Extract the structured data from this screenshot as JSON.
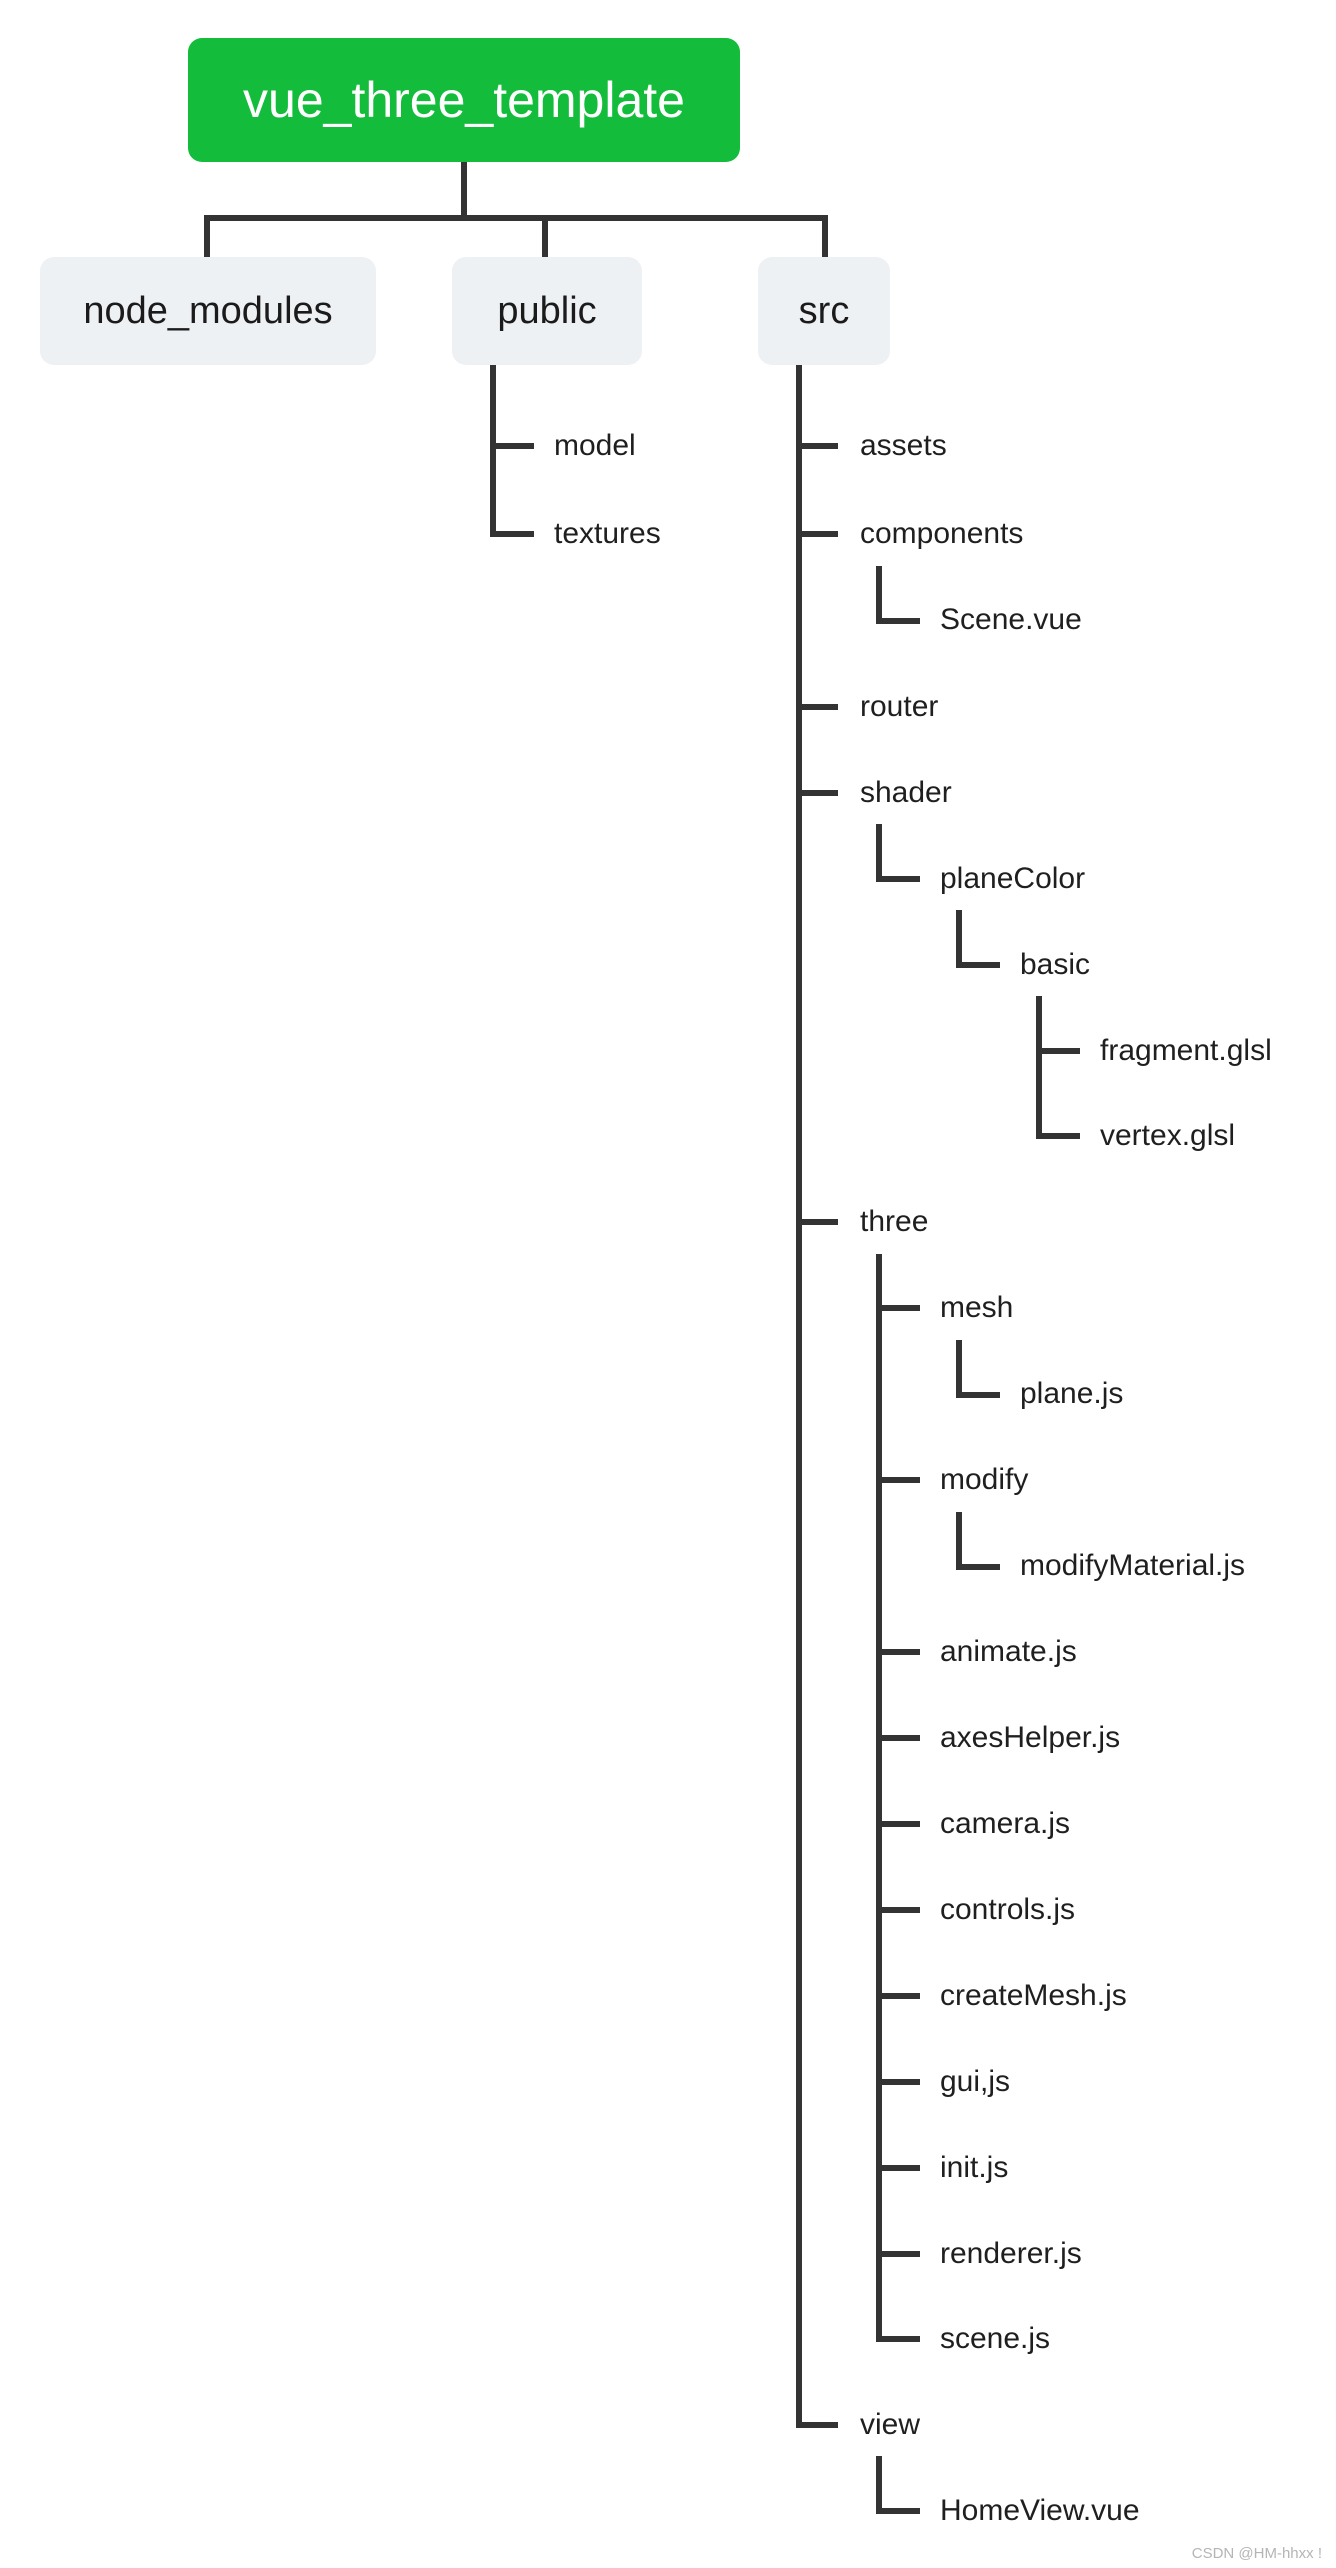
{
  "colors": {
    "root_fill": "#13bd3b",
    "root_text": "#ffffff",
    "branch_fill": "#eef1f4",
    "line": "#333333"
  },
  "root": {
    "label": "vue_three_template"
  },
  "branches": [
    {
      "id": "node_modules",
      "label": "node_modules"
    },
    {
      "id": "public",
      "label": "public"
    },
    {
      "id": "src",
      "label": "src"
    }
  ],
  "public_items": [
    "model",
    "textures"
  ],
  "src": {
    "assets": "assets",
    "components": "components",
    "components_children": [
      "Scene.vue"
    ],
    "router": "router",
    "shader": "shader",
    "shader_children": {
      "planeColor": "planeColor",
      "basic": "basic",
      "basic_children": [
        "fragment.glsl",
        "vertex.glsl"
      ]
    },
    "three": "three",
    "three_children": {
      "mesh": "mesh",
      "mesh_children": [
        "plane.js"
      ],
      "modify": "modify",
      "modify_children": [
        "modifyMaterial.js"
      ],
      "files": [
        "animate.js",
        "axesHelper.js",
        "camera.js",
        "controls.js",
        "createMesh.js",
        "gui,js",
        "init.js",
        "renderer.js",
        "scene.js"
      ]
    },
    "view": "view",
    "view_children": [
      "HomeView.vue"
    ]
  },
  "watermark": "CSDN @HM-hhxx !"
}
